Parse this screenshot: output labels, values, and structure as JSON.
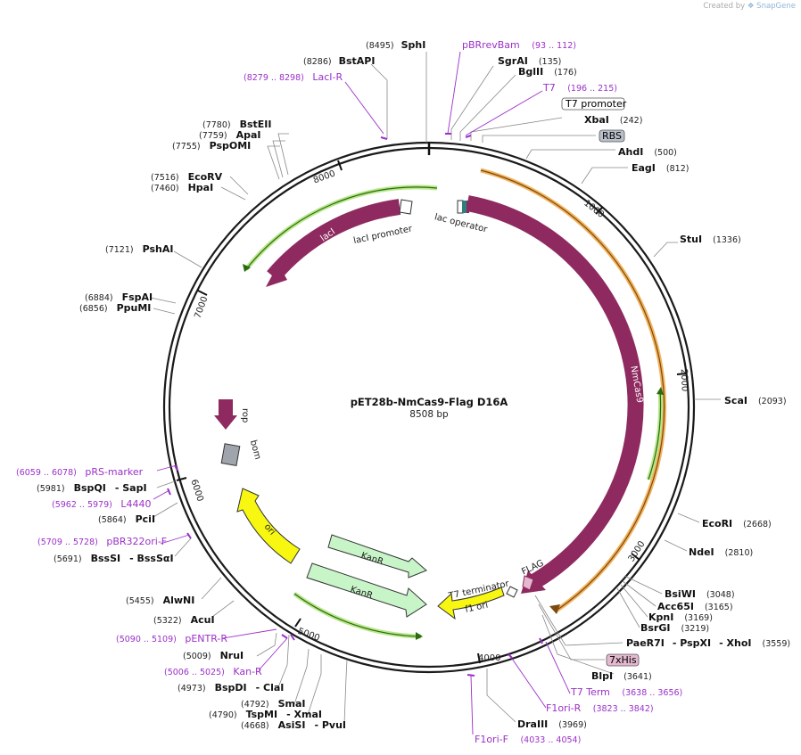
{
  "credit": {
    "prefix": "Created by",
    "brand": "SnapGene"
  },
  "plasmid": {
    "name": "pET28b-NmCas9-Flag D16A",
    "size": "8508 bp"
  },
  "ticks": [
    "1000",
    "2000",
    "3000",
    "4000",
    "5000",
    "6000",
    "7000",
    "8000"
  ],
  "features": {
    "laci": "lacI",
    "laci_promoter": "lacI promoter",
    "lac_operator": "lac operator",
    "nmcas9": "NmCas9",
    "flag": "FLAG",
    "t7_terminator": "T7 terminator",
    "f1_ori": "f1 ori",
    "kanr1": "KanR",
    "kanr2": "KanR",
    "ori": "ori",
    "rop": "rop",
    "bom": "bom"
  },
  "boxed": {
    "t7_promoter": "T7 promoter",
    "rbs": "RBS",
    "his": "7xHis"
  },
  "sites_right": [
    {
      "pos": "(8495)",
      "name": "SphI"
    },
    {
      "pos": "(8286)",
      "name": "BstAPI"
    },
    {
      "name": "SgrAI",
      "pos": "(135)"
    },
    {
      "name": "BglII",
      "pos": "(176)"
    },
    {
      "name": "XbaI",
      "pos": "(242)"
    },
    {
      "name": "AhdI",
      "pos": "(500)"
    },
    {
      "name": "EagI",
      "pos": "(812)"
    },
    {
      "name": "StuI",
      "pos": "(1336)"
    },
    {
      "name": "ScaI",
      "pos": "(2093)"
    },
    {
      "name": "EcoRI",
      "pos": "(2668)"
    },
    {
      "name": "NdeI",
      "pos": "(2810)"
    },
    {
      "name": "BsiWI",
      "pos": "(3048)"
    },
    {
      "name": "Acc65I",
      "pos": "(3165)"
    },
    {
      "name": "KpnI",
      "pos": "(3169)"
    },
    {
      "name": "BsrGI",
      "pos": "(3219)"
    },
    {
      "name": "PaeR7I",
      "extra": "- PspXI",
      "extra2": "- XhoI",
      "pos": "(3559)"
    },
    {
      "name": "BlpI",
      "pos": "(3641)"
    },
    {
      "name": "DraIII",
      "pos": "(3969)"
    }
  ],
  "sites_left": [
    {
      "pos": "(7780)",
      "name": "BstEII"
    },
    {
      "pos": "(7759)",
      "name": "ApaI"
    },
    {
      "pos": "(7755)",
      "name": "PspOMI"
    },
    {
      "pos": "(7516)",
      "name": "EcoRV"
    },
    {
      "pos": "(7460)",
      "name": "HpaI"
    },
    {
      "pos": "(7121)",
      "name": "PshAI"
    },
    {
      "pos": "(6884)",
      "name": "FspAI"
    },
    {
      "pos": "(6856)",
      "name": "PpuMI"
    },
    {
      "pos": "(5981)",
      "name": "BspQI",
      "extra": "- SapI"
    },
    {
      "pos": "(5864)",
      "name": "PciI"
    },
    {
      "pos": "(5691)",
      "name": "BssSI",
      "extra": "- BssSαI"
    },
    {
      "pos": "(5455)",
      "name": "AlwNI"
    },
    {
      "pos": "(5322)",
      "name": "AcuI"
    },
    {
      "pos": "(5009)",
      "name": "NruI"
    },
    {
      "pos": "(4973)",
      "name": "BspDI",
      "extra": "- ClaI"
    },
    {
      "pos": "(4792)",
      "name": "SmaI"
    },
    {
      "pos": "(4790)",
      "name": "TspMI",
      "extra": "- XmaI"
    },
    {
      "pos": "(4668)",
      "name": "AsiSI",
      "extra": "- PvuI"
    }
  ],
  "primers": {
    "pbrrevbam": {
      "name": "pBRrevBam",
      "range": "(93 .. 112)"
    },
    "laci_r": {
      "range": "(8279 .. 8298)",
      "name": "LacI-R"
    },
    "t7": {
      "name": "T7",
      "range": "(196 .. 215)"
    },
    "prs_marker": {
      "range": "(6059 .. 6078)",
      "name": "pRS-marker"
    },
    "l4440": {
      "range": "(5962 .. 5979)",
      "name": "L4440"
    },
    "pbr322ori_f": {
      "range": "(5709 .. 5728)",
      "name": "pBR322ori-F"
    },
    "pentr_r": {
      "range": "(5090 .. 5109)",
      "name": "pENTR-R"
    },
    "kan_r": {
      "range": "(5006 .. 5025)",
      "name": "Kan-R"
    },
    "t7_term": {
      "name": "T7 Term",
      "range": "(3638 .. 3656)"
    },
    "f1ori_r": {
      "name": "F1ori-R",
      "range": "(3823 .. 3842)"
    },
    "f1ori_f": {
      "name": "F1ori-F",
      "range": "(4033 .. 4054)"
    }
  },
  "colors": {
    "backbone": "#1a1a1a",
    "cas9": "#8e2a5f",
    "orf_orange": "#f2b25c",
    "orf_green": "#b9e78a",
    "kanr_fill": "#c8f5c8",
    "ori_fill": "#f7f711",
    "primer": "#9b30c8",
    "rbs_fill": "#b9c0cb",
    "his_fill": "#e4b9d0"
  }
}
